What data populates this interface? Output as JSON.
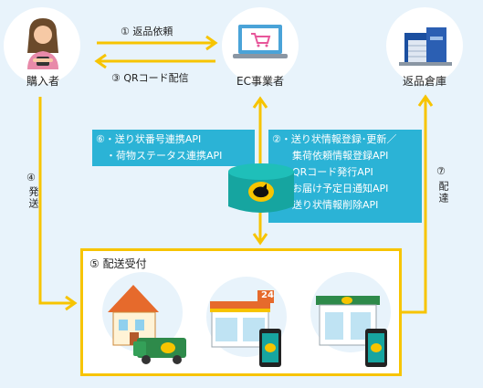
{
  "nodes": {
    "buyer": "購入者",
    "ec": "EC事業者",
    "warehouse": "返品倉庫",
    "delivery": "⑤ 配送受付"
  },
  "steps": {
    "s1": "① 返品依頼",
    "s3": "③ QRコード配信",
    "s4_num": "④",
    "s4_text": "発送",
    "s7_num": "⑦",
    "s7_text": "配達"
  },
  "box6": [
    "⑥・送り状番号連携API",
    "　・荷物ステータス連携API"
  ],
  "box2": [
    "②・送り状情報登録･更新／",
    "　　集荷依頼情報登録API",
    "　・QRコード発行API",
    "　・お届け予定日通知API",
    "　・送り状情報削除API"
  ],
  "store_number": "24",
  "colors": {
    "background": "#e8f3fb",
    "arrow_yellow": "#f7c400",
    "box_blue": "#2bb3d6",
    "ec_screen": "#4aa3d8",
    "warehouse": "#1b4fa0"
  }
}
